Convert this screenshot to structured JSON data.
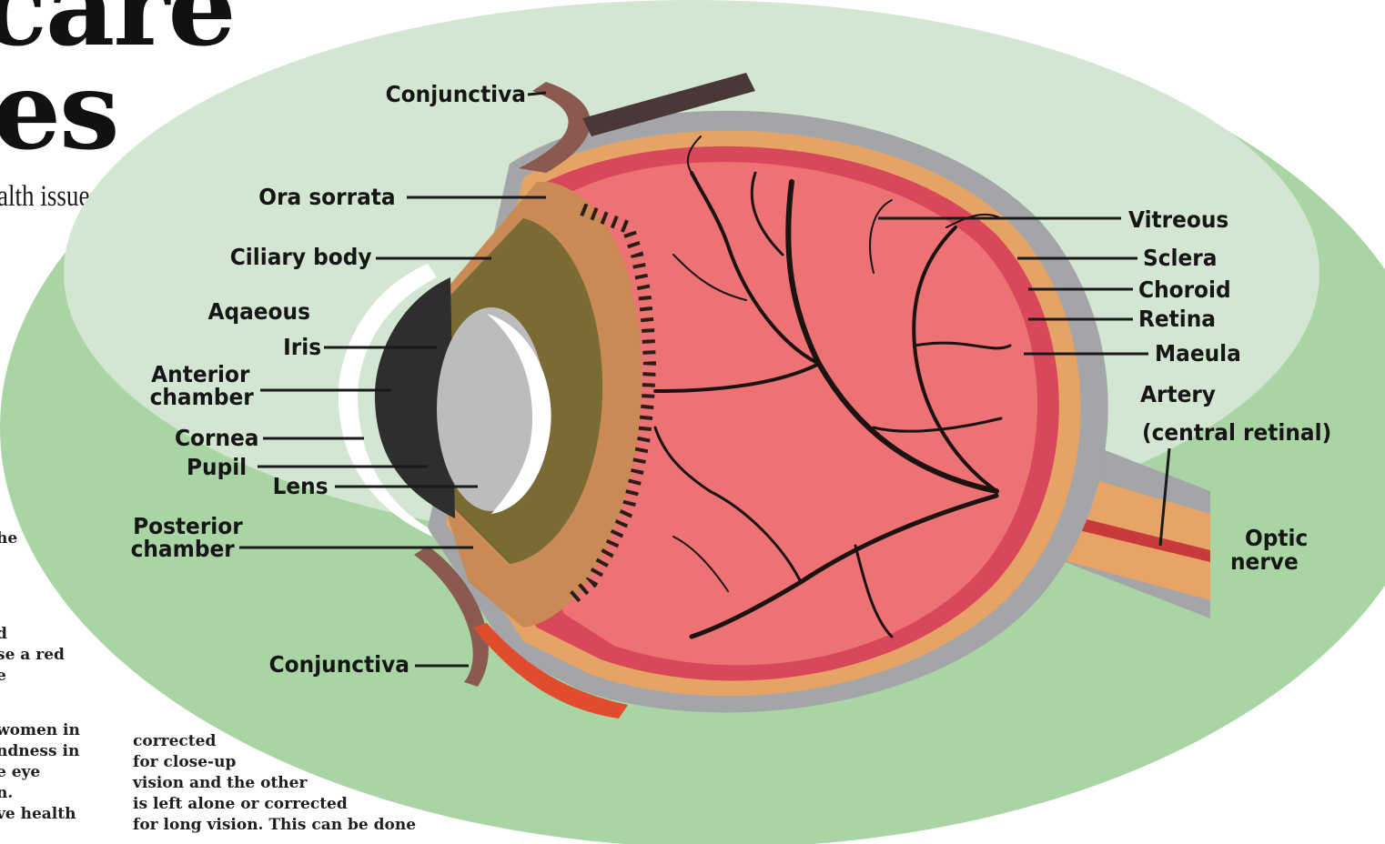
{
  "headline": {
    "line1": "care",
    "line2": "es",
    "subline": "alth issues"
  },
  "body_text": {
    "left_col_a": [
      "he"
    ],
    "left_col_b": [
      "d",
      "se a red",
      "e"
    ],
    "left_col_c": [
      "women in",
      "ndness in",
      "e eye",
      "n.",
      "ve health"
    ],
    "mid_col": [
      "corrected",
      "for close-up",
      "vision and the other",
      "is left alone or corrected",
      "for long vision. This can be done"
    ]
  },
  "diagram": {
    "labels": {
      "conjunctiva_top": "Conjunctiva",
      "ora_sorrata": "Ora sorrata",
      "ciliary_body": "Ciliary body",
      "aqaeous": "Aqaeous",
      "iris": "Iris",
      "anterior_chamber_1": "Anterior",
      "anterior_chamber_2": "chamber",
      "cornea": "Cornea",
      "pupil": "Pupil",
      "lens": "Lens",
      "posterior_chamber_1": "Posterior",
      "posterior_chamber_2": "chamber",
      "conjunctiva_bottom": "Conjunctiva",
      "vitreous": "Vitreous",
      "sclera": "Sclera",
      "choroid": "Choroid",
      "retina": "Retina",
      "maeula": "Maeula",
      "artery": "Artery",
      "artery_sub": "(central retinal)",
      "optic_nerve_1": "Optic",
      "optic_nerve_2": "nerve"
    },
    "colors": {
      "background_ellipse": "#cfe3cd",
      "outer_green": "#a7d4a3",
      "sclera_gray": "#a3a5a8",
      "choroid_orange": "#e6a366",
      "retina_red": "#e04c4c",
      "vitreous_pink": "#e9777a",
      "ciliary_brown": "#c98a55",
      "lens_gray": "#bdbdbd",
      "cornea_dark": "#2e2e2e",
      "vessels": "#1a1010"
    }
  }
}
